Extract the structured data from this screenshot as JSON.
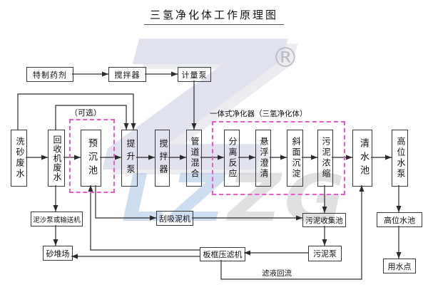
{
  "title": "三氢净化体工作原理图",
  "top_row": {
    "boxes": [
      {
        "label": "特制药剂"
      },
      {
        "label": "搅拌器"
      },
      {
        "label": "计量泵"
      }
    ]
  },
  "main_row": {
    "boxes": [
      {
        "label": "洗砂废水"
      },
      {
        "label": "回收机废水"
      },
      {
        "label": "预沉池"
      },
      {
        "label": "提升泵"
      },
      {
        "label": "搅拌器"
      },
      {
        "label": "管道混合"
      },
      {
        "label": "分离反应"
      },
      {
        "label": "悬浮澄清"
      },
      {
        "label": "斜面沉淀"
      },
      {
        "label": "污泥浓缩"
      },
      {
        "label": "清水池"
      },
      {
        "label": "高位水泵"
      }
    ]
  },
  "bottom": {
    "boxes": [
      {
        "label": "泥沙泵或输送机"
      },
      {
        "label": "砂堆场"
      },
      {
        "label": "刮吸泥机"
      },
      {
        "label": "板框压滤机"
      },
      {
        "label": "污泥收集池"
      },
      {
        "label": "污泥泵"
      },
      {
        "label": "高位水池"
      },
      {
        "label": "用水点"
      }
    ]
  },
  "groups": {
    "optional_label": "（可选）",
    "integrated_label": "一体式净化器（三氢净化体）"
  },
  "annotations": {
    "filtrate_return": "滤液回流"
  },
  "watermark": {
    "big_letter": "Z",
    "letters": [
      "L",
      "Z",
      "Z",
      "G"
    ],
    "registered_mark": "®",
    "blue": "#a9c2e6",
    "gray": "#c6c8cc"
  },
  "colors": {
    "line": "#2a2a2a",
    "box_border": "#3a3a3a",
    "dashed_group": "#ee58cc",
    "text": "#111111"
  },
  "flows": [
    "特制药剂→搅拌器",
    "搅拌器→计量泵",
    "计量泵→管道混合",
    "洗砂废水→回收机废水",
    "回收机废水→预沉池",
    "预沉池→提升泵",
    "洗砂废水→提升泵(旁路)",
    "回收机废水→提升泵(旁路)",
    "提升泵→搅拌器",
    "搅拌器→管道混合",
    "管道混合→分离反应",
    "分离反应→悬浮澄清",
    "悬浮澄清→斜面沉淀",
    "斜面沉淀→污泥浓缩",
    "污泥浓缩→清水池",
    "清水池→高位水泵",
    "高位水泵→高位水池",
    "高位水池→用水点",
    "回收机废水→泥沙泵或输送机",
    "泥沙泵或输送机→砂堆场",
    "预沉池→刮吸泥机",
    "刮吸泥机→污泥收集池",
    "污泥浓缩→污泥收集池",
    "污泥收集池→污泥泵",
    "污泥泵→板框压滤机",
    "板框压滤机→砂堆场",
    "板框压滤机→预沉池",
    "板框压滤机→清水池(滤液回流)"
  ]
}
